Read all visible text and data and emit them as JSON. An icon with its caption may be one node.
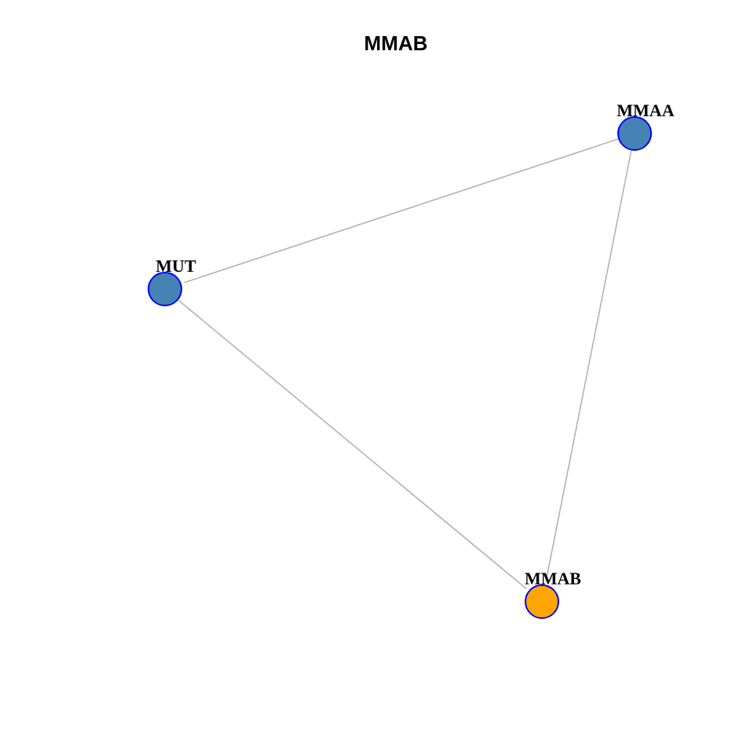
{
  "diagram": {
    "title": "MMAB",
    "nodes": [
      {
        "text": [
          "MMAA"
        ]
      },
      {
        "text": [
          "MUT"
        ]
      },
      {
        "text": [
          "MMAB"
        ]
      }
    ],
    "edges": [
      {
        "from": 0,
        "to": 1,
        "arrow": "none"
      },
      {
        "from": 0,
        "to": 2,
        "arrow": "none"
      },
      {
        "from": 1,
        "to": 2,
        "arrow": "none"
      }
    ]
  }
}
